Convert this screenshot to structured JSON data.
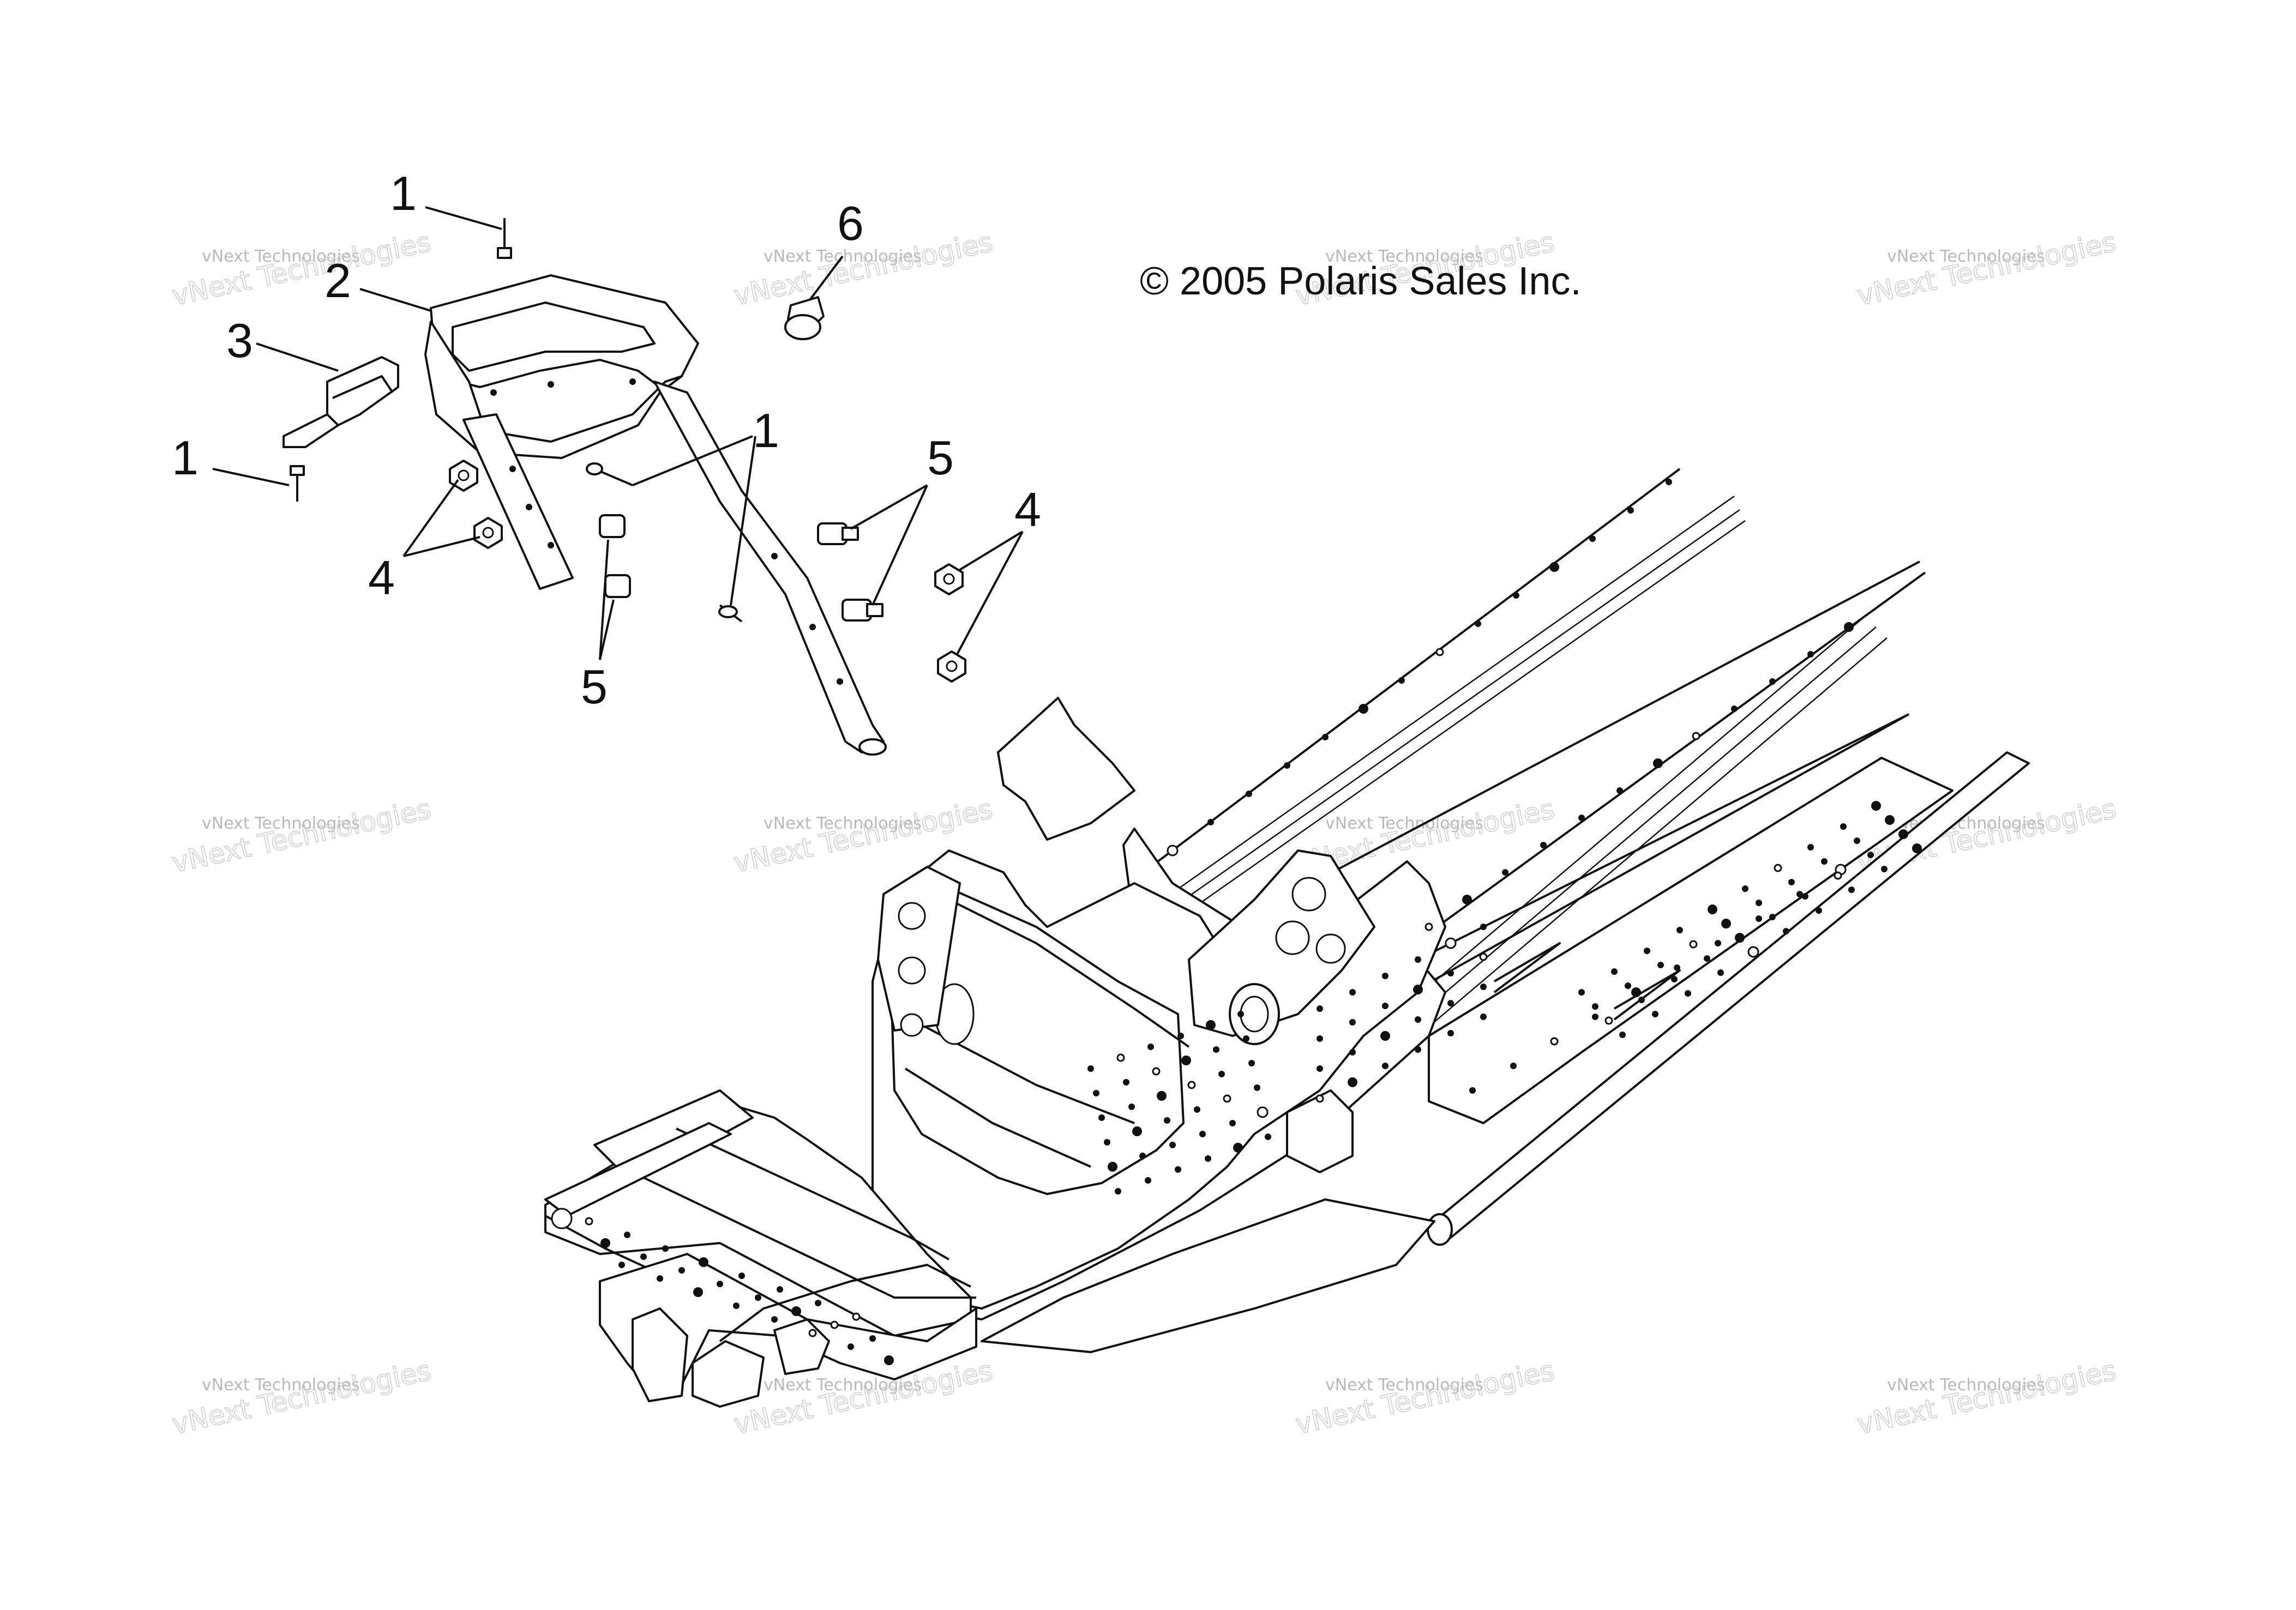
{
  "copyright": "© 2005 Polaris Sales Inc.",
  "watermark": {
    "line1": "vNext Technologies",
    "line2": "vNext Technologies"
  },
  "callouts": [
    {
      "label": "1",
      "part": "screw-top"
    },
    {
      "label": "2",
      "part": "bumper-loop"
    },
    {
      "label": "3",
      "part": "bracket"
    },
    {
      "label": "1",
      "part": "screw-left"
    },
    {
      "label": "1",
      "part": "screws-center"
    },
    {
      "label": "4",
      "part": "nuts-left"
    },
    {
      "label": "5",
      "part": "bolts-left"
    },
    {
      "label": "6",
      "part": "cap"
    },
    {
      "label": "5",
      "part": "bolts-right"
    },
    {
      "label": "4",
      "part": "nuts-right"
    }
  ],
  "colors": {
    "line": "#111111",
    "background": "#ffffff",
    "watermark": "#b9b9b9"
  }
}
